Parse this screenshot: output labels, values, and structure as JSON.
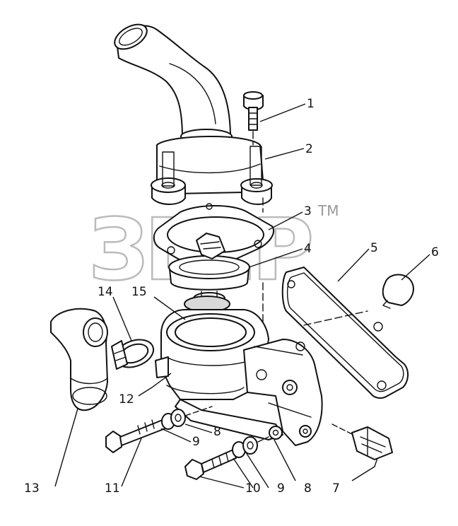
{
  "watermark": {
    "text": "ЗЕЕР",
    "mark": "TM"
  },
  "callouts": [
    {
      "id": "callout-1",
      "label": "1",
      "part": "bolt"
    },
    {
      "id": "callout-2",
      "label": "2",
      "part": "thermostat-housing-elbow"
    },
    {
      "id": "callout-3",
      "label": "3",
      "part": "gasket"
    },
    {
      "id": "callout-4",
      "label": "4",
      "part": "thermostat"
    },
    {
      "id": "callout-5",
      "label": "5",
      "part": "cover-gasket"
    },
    {
      "id": "callout-6",
      "label": "6",
      "part": "cap"
    },
    {
      "id": "callout-7",
      "label": "7",
      "part": "sensor"
    },
    {
      "id": "callout-8a",
      "label": "8",
      "part": "washer"
    },
    {
      "id": "callout-8b",
      "label": "8",
      "part": "washer"
    },
    {
      "id": "callout-9a",
      "label": "9",
      "part": "lock-washer"
    },
    {
      "id": "callout-9b",
      "label": "9",
      "part": "lock-washer"
    },
    {
      "id": "callout-10",
      "label": "10",
      "part": "bolt"
    },
    {
      "id": "callout-11",
      "label": "11",
      "part": "bolt"
    },
    {
      "id": "callout-12",
      "label": "12",
      "part": "pump-housing"
    },
    {
      "id": "callout-13",
      "label": "13",
      "part": "hose"
    },
    {
      "id": "callout-14",
      "label": "14",
      "part": "hose-clamp"
    },
    {
      "id": "callout-15",
      "label": "15",
      "part": "seal-ring"
    }
  ]
}
